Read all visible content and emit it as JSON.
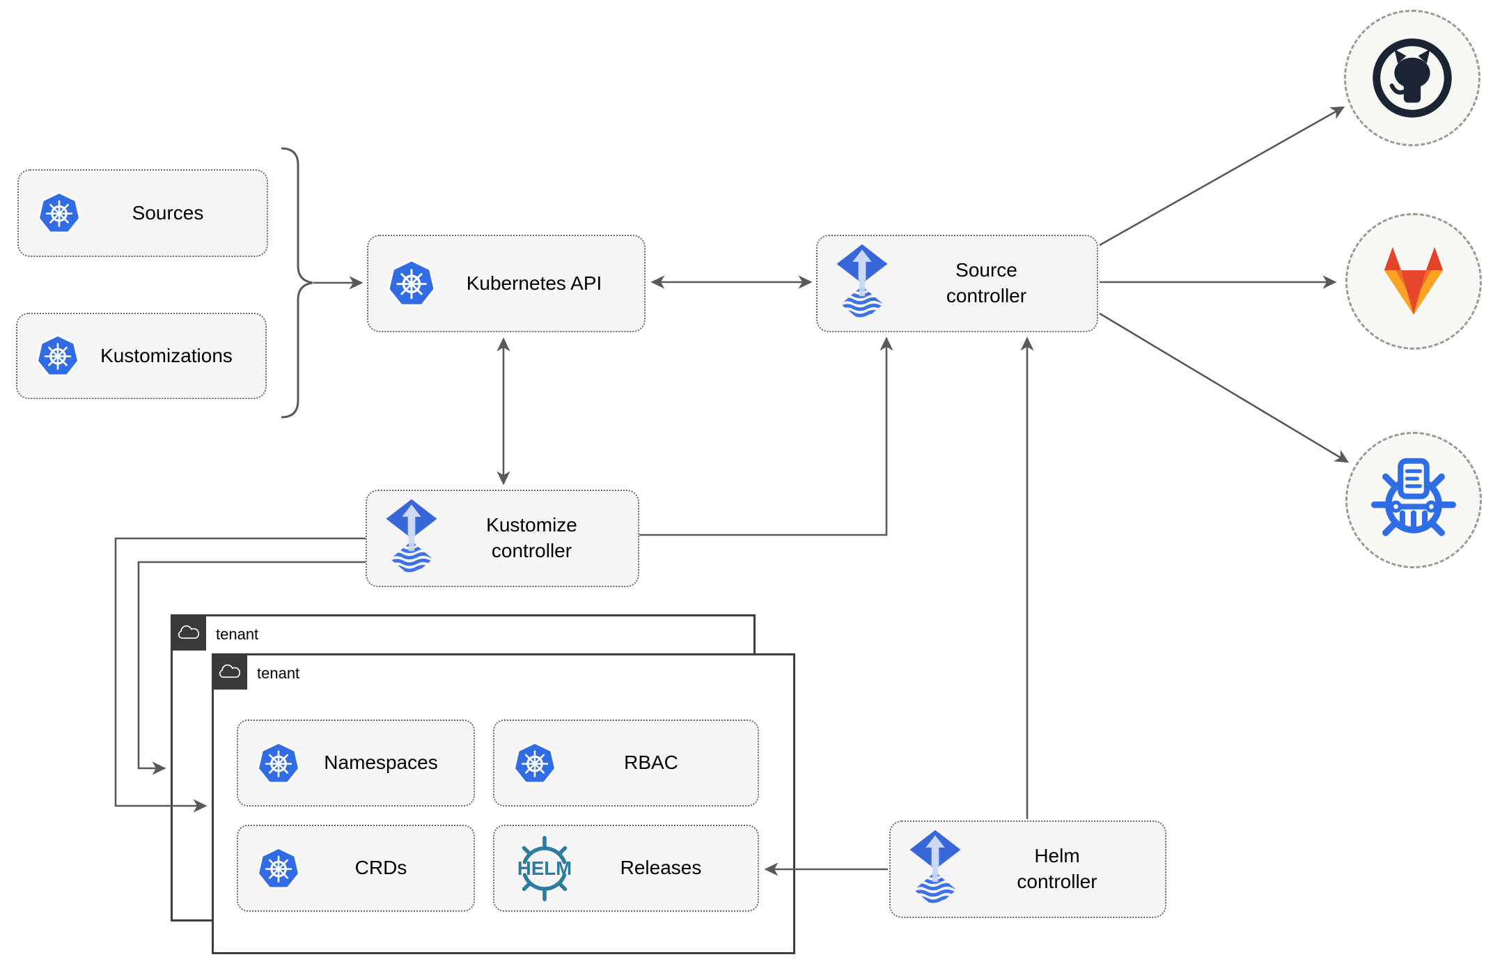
{
  "nodes": {
    "sources": {
      "label": "Sources",
      "icon": "kubernetes-icon"
    },
    "kustomizations": {
      "label": "Kustomizations",
      "icon": "kubernetes-icon"
    },
    "kubernetes_api": {
      "label": "Kubernetes API",
      "icon": "kubernetes-icon"
    },
    "source_controller": {
      "label": "Source\ncontroller",
      "icon": "flux-icon"
    },
    "kustomize_controller": {
      "label": "Kustomize\ncontroller",
      "icon": "flux-icon"
    },
    "helm_controller": {
      "label": "Helm\ncontroller",
      "icon": "flux-icon"
    },
    "namespaces": {
      "label": "Namespaces",
      "icon": "kubernetes-icon"
    },
    "rbac": {
      "label": "RBAC",
      "icon": "kubernetes-icon"
    },
    "crds": {
      "label": "CRDs",
      "icon": "kubernetes-icon"
    },
    "releases": {
      "label": "Releases",
      "icon": "helm-icon"
    }
  },
  "tenants": {
    "back": {
      "label": "tenant",
      "icon": "cloud-icon"
    },
    "front": {
      "label": "tenant",
      "icon": "cloud-icon"
    }
  },
  "destinations": {
    "github": {
      "icon": "github-icon"
    },
    "gitlab": {
      "icon": "gitlab-icon"
    },
    "chartmuseum": {
      "icon": "chartmuseum-icon"
    }
  },
  "helm_logo_text": "HELM",
  "colors": {
    "kubernetes_blue": "#326ce5",
    "flux_blue": "#3767d9",
    "flux_light_arrow": "#cdd9f4",
    "helm_teal": "#2b7c9e",
    "github_dark": "#1b2433",
    "gitlab_red": "#e24329",
    "gitlab_orange": "#fca326",
    "gitlab_mid_orange": "#e8492e",
    "chartmuseum_blue": "#2e6de4",
    "connector_gray": "#595959",
    "node_fill": "#f5f5f5",
    "tenant_border": "#3d3d3d"
  }
}
